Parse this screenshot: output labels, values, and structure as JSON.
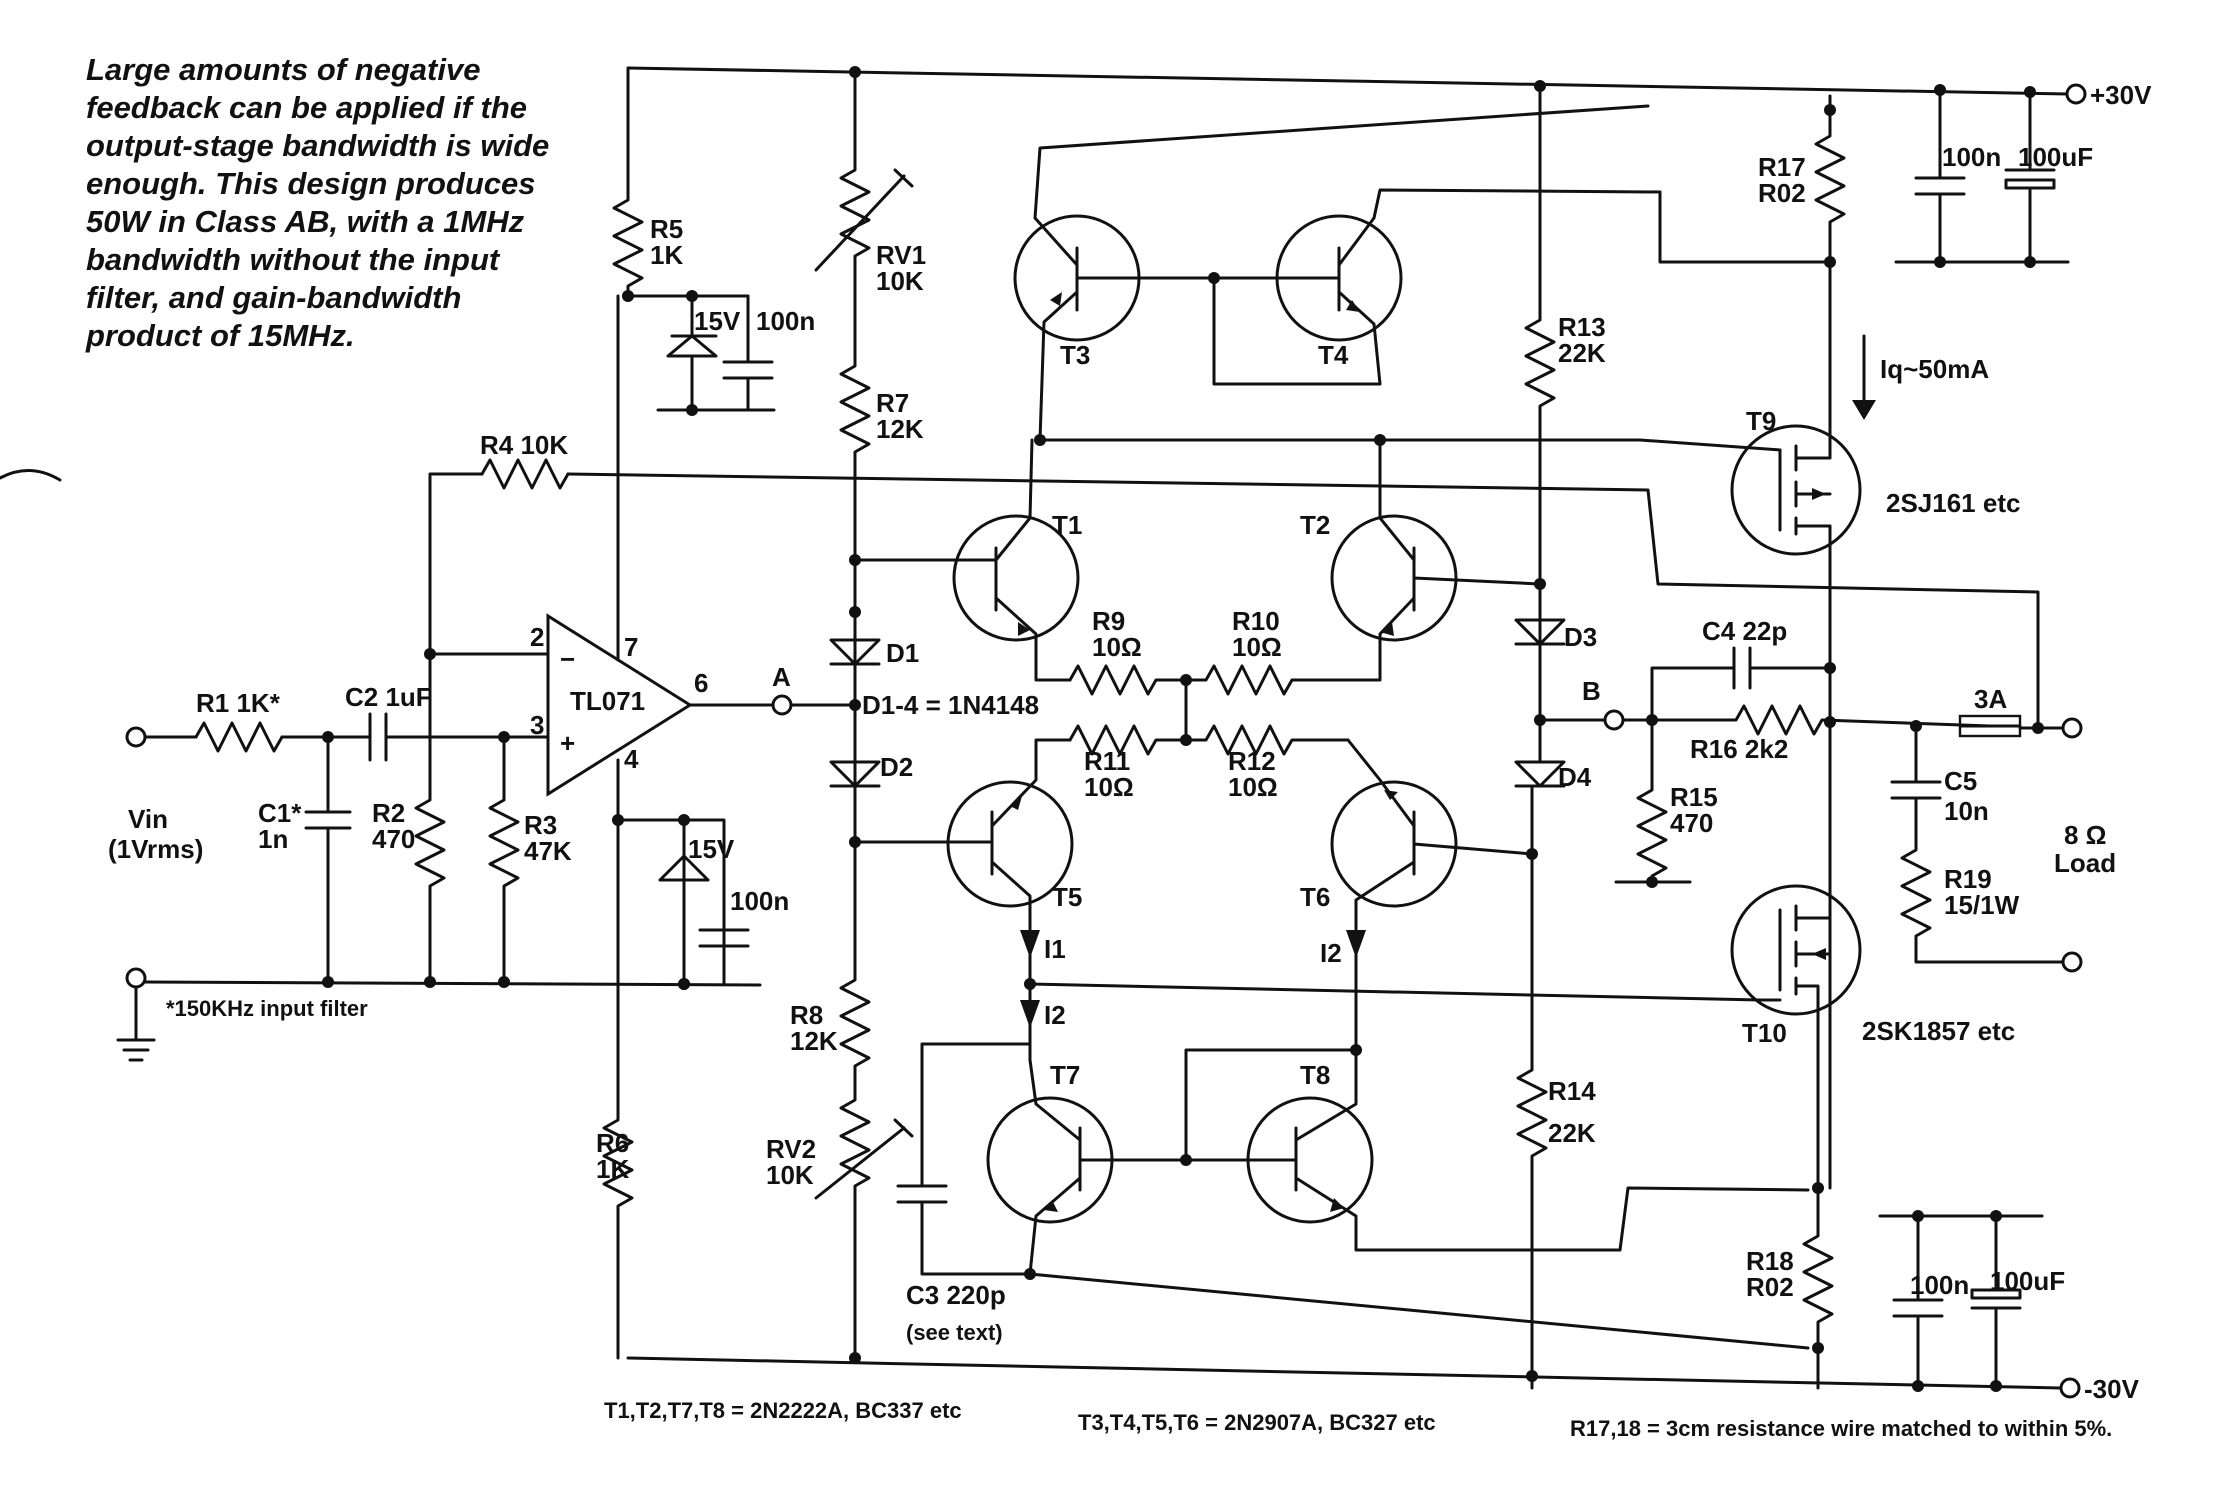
{
  "caption": {
    "lines": [
      "Large amounts of negative",
      "feedback can be applied if the",
      "output-stage bandwidth is wide",
      "enough. This design produces",
      "50W in Class AB, with a 1MHz",
      "bandwidth without the input",
      "filter, and gain-bandwidth",
      "product of 15MHz."
    ]
  },
  "rails": {
    "pos": "+30V",
    "neg": "-30V"
  },
  "input": {
    "vin": "Vin",
    "vin_level": "(1Vrms)",
    "filter_note": "*150KHz input filter"
  },
  "opamp": {
    "name": "TL071",
    "pin_inv": "2",
    "pin_noninv": "3",
    "pin_out": "6",
    "pin_vp": "7",
    "pin_vn": "4",
    "minus": "−",
    "plus": "+"
  },
  "nodes": {
    "a": "A",
    "b": "B"
  },
  "components": {
    "r1": {
      "name": "R1 1K*"
    },
    "c2": {
      "name": "C2 1uF"
    },
    "c1": {
      "name": "C1*",
      "value": "1n"
    },
    "r2": {
      "name": "R2",
      "value": "470"
    },
    "r3": {
      "name": "R3",
      "value": "47K"
    },
    "r4": {
      "name": "R4 10K"
    },
    "r5": {
      "name": "R5",
      "value": "1K"
    },
    "r6": {
      "name": "R6",
      "value": "1K"
    },
    "z1": {
      "name": "15V"
    },
    "c_z1": {
      "name": "100n"
    },
    "z2": {
      "name": "15V"
    },
    "c_z2": {
      "name": "100n"
    },
    "rv1": {
      "name": "RV1",
      "value": "10K"
    },
    "r7": {
      "name": "R7",
      "value": "12K"
    },
    "d1": {
      "name": "D1"
    },
    "d2": {
      "name": "D2"
    },
    "d_note": {
      "name": "D1-4 = 1N4148"
    },
    "r8": {
      "name": "R8",
      "value": "12K"
    },
    "rv2": {
      "name": "RV2",
      "value": "10K"
    },
    "t1": {
      "name": "T1"
    },
    "t2": {
      "name": "T2"
    },
    "t3": {
      "name": "T3"
    },
    "t4": {
      "name": "T4"
    },
    "t5": {
      "name": "T5"
    },
    "t6": {
      "name": "T6"
    },
    "t7": {
      "name": "T7"
    },
    "t8": {
      "name": "T8"
    },
    "r9": {
      "name": "R9",
      "value": "10Ω"
    },
    "r10": {
      "name": "R10",
      "value": "10Ω"
    },
    "r11": {
      "name": "R11",
      "value": "10Ω"
    },
    "r12": {
      "name": "R12",
      "value": "10Ω"
    },
    "i1": {
      "name": "I1"
    },
    "i2a": {
      "name": "I2"
    },
    "i2b": {
      "name": "I2"
    },
    "c3": {
      "name": "C3 220p",
      "note": "(see text)"
    },
    "r13": {
      "name": "R13",
      "value": "22K"
    },
    "r14": {
      "name": "R14",
      "value": "22K"
    },
    "d3": {
      "name": "D3"
    },
    "d4": {
      "name": "D4"
    },
    "t9": {
      "name": "T9",
      "type": "2SJ161 etc"
    },
    "t10": {
      "name": "T10",
      "type": "2SK1857 etc"
    },
    "iq": {
      "name": "Iq~50mA"
    },
    "c4": {
      "name": "C4 22p"
    },
    "r16": {
      "name": "R16 2k2"
    },
    "r15": {
      "name": "R15",
      "value": "470"
    },
    "fuse": {
      "name": "3A"
    },
    "c5": {
      "name": "C5",
      "value": "10n"
    },
    "r19": {
      "name": "R19",
      "value": "15/1W"
    },
    "load": {
      "name": "8 Ω",
      "value": "Load"
    },
    "r17": {
      "name": "R17",
      "value": "R02"
    },
    "r18": {
      "name": "R18",
      "value": "R02"
    },
    "cp1": {
      "name": "100n"
    },
    "cp2": {
      "name": "100uF"
    },
    "cn1": {
      "name": "100n"
    },
    "cn2": {
      "name": "100uF"
    }
  },
  "notes": {
    "n1": "T1,T2,T7,T8 = 2N2222A, BC337 etc",
    "n2": "T3,T4,T5,T6 = 2N2907A, BC327 etc",
    "n3": "R17,18 = 3cm resistance wire matched to within 5%."
  }
}
